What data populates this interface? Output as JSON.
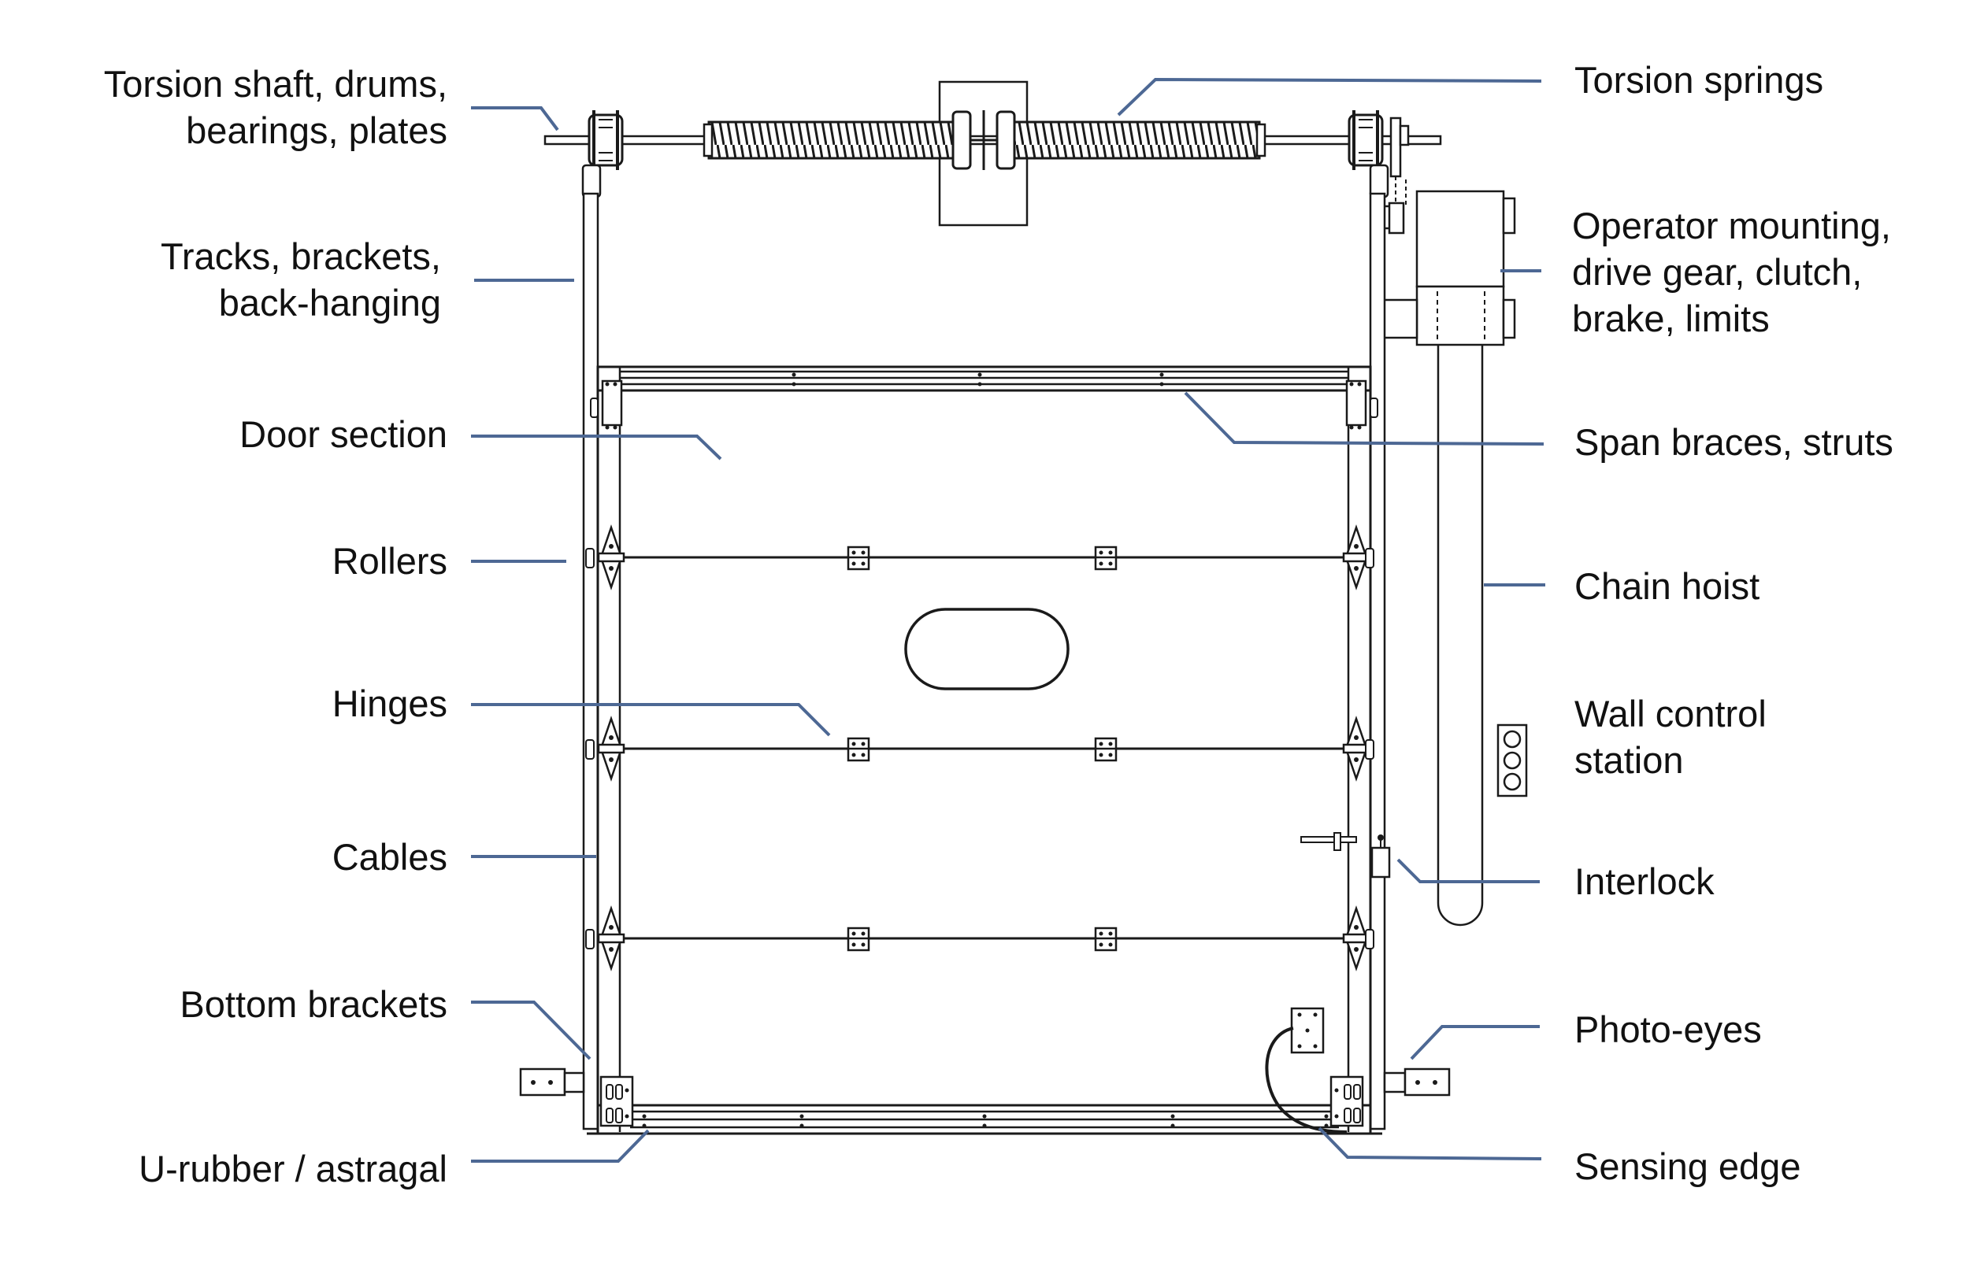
{
  "diagram": {
    "leader_color": "#4d6894",
    "line_color": "#1a1a1a",
    "labels_left": [
      {
        "id": "torsion-shaft",
        "lines": [
          "Torsion shaft, drums,",
          "bearings, plates"
        ]
      },
      {
        "id": "tracks",
        "lines": [
          "Tracks, brackets,",
          "back-hanging"
        ]
      },
      {
        "id": "door-section",
        "lines": [
          "Door section"
        ]
      },
      {
        "id": "rollers",
        "lines": [
          "Rollers"
        ]
      },
      {
        "id": "hinges",
        "lines": [
          "Hinges"
        ]
      },
      {
        "id": "cables",
        "lines": [
          "Cables"
        ]
      },
      {
        "id": "bottom-brackets",
        "lines": [
          "Bottom brackets"
        ]
      },
      {
        "id": "u-rubber",
        "lines": [
          "U-rubber / astragal"
        ]
      }
    ],
    "labels_right": [
      {
        "id": "torsion-springs",
        "lines": [
          "Torsion springs"
        ]
      },
      {
        "id": "operator-mounting",
        "lines": [
          "Operator mounting,",
          "drive gear, clutch,",
          "brake, limits"
        ]
      },
      {
        "id": "span-braces",
        "lines": [
          "Span braces, struts"
        ]
      },
      {
        "id": "chain-hoist",
        "lines": [
          "Chain hoist"
        ]
      },
      {
        "id": "wall-control",
        "lines": [
          "Wall control",
          "station"
        ]
      },
      {
        "id": "interlock",
        "lines": [
          "Interlock"
        ]
      },
      {
        "id": "photo-eyes",
        "lines": [
          "Photo-eyes"
        ]
      },
      {
        "id": "sensing-edge",
        "lines": [
          "Sensing edge"
        ]
      }
    ]
  }
}
